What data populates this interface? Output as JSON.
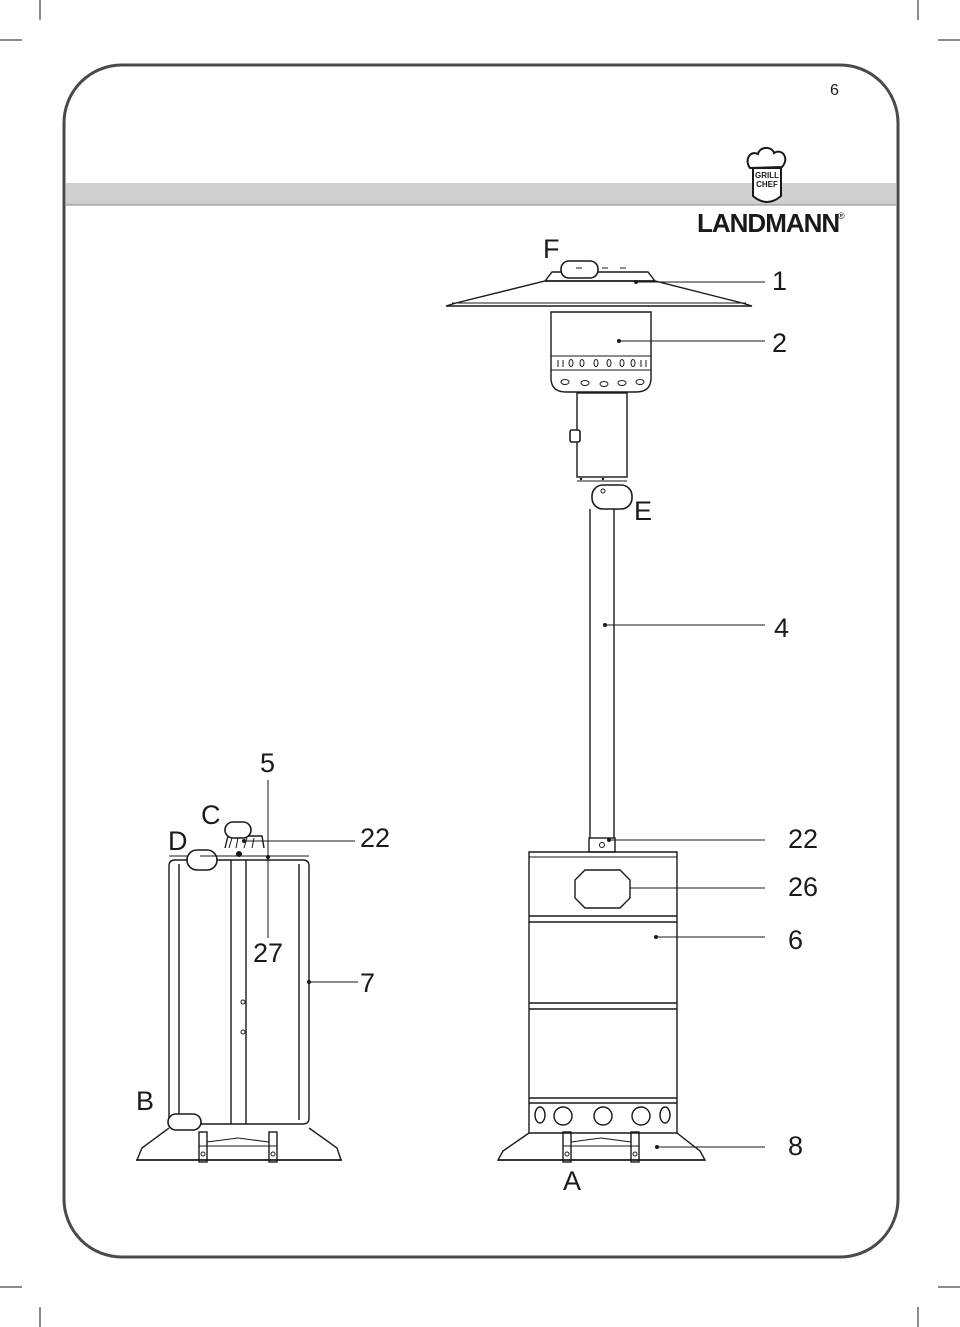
{
  "page_number": "6",
  "brand": {
    "name": "LANDMANN",
    "registered": "®",
    "logo_line1": "GRILL",
    "logo_line2": "CHEF"
  },
  "colors": {
    "header_band": "#cfcfcf",
    "frame": "#4a4a4a",
    "ink": "#1a1a1a"
  },
  "letters": {
    "F": "F",
    "E": "E",
    "C": "C",
    "D": "D",
    "B": "B",
    "A": "A"
  },
  "callouts": {
    "n1": "1",
    "n2": "2",
    "n4": "4",
    "n5": "5",
    "n22_left": "22",
    "n22_right": "22",
    "n26": "26",
    "n6": "6",
    "n27": "27",
    "n7": "7",
    "n8": "8"
  }
}
